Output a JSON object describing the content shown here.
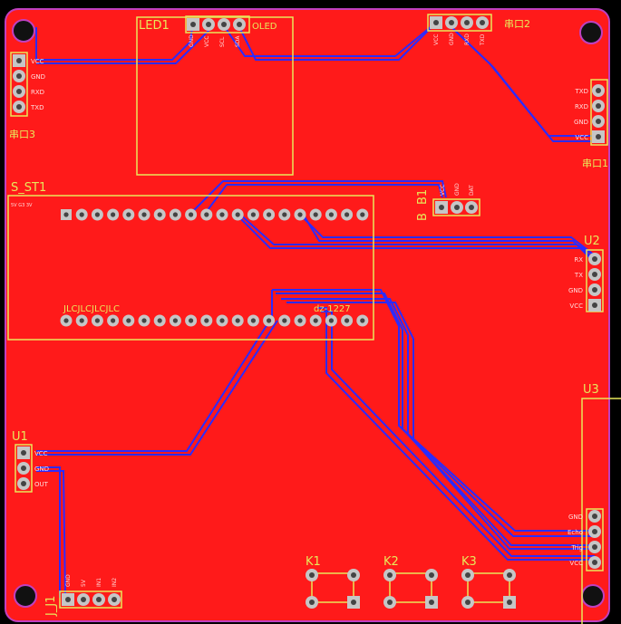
{
  "colors": {
    "board": "#ff1a1a",
    "copper": "#f00000",
    "trace": "#2b2bff",
    "silk": "#e8e85a",
    "pad": "#c6c6c6",
    "mount": "#c040c0"
  },
  "components": {
    "led1": {
      "ref": "LED1",
      "name": "OLED",
      "pins": [
        "GND",
        "VCC",
        "SCL",
        "SDA"
      ]
    },
    "uart2": {
      "ref": "串口2",
      "pins": [
        "VCC",
        "GND",
        "RXD",
        "TXD"
      ]
    },
    "uart3": {
      "ref": "串口3",
      "pins": [
        "VCC",
        "GND",
        "RXD",
        "TXD"
      ]
    },
    "uart1": {
      "ref": "串口1",
      "pins": [
        "TXD",
        "RXD",
        "GND",
        "VCC"
      ]
    },
    "s_st1": {
      "ref": "S_ST1",
      "top_label": "5V G3 3V",
      "silk_text": "JLCJLCJLCJLC",
      "part": "dz-1227"
    },
    "b1": {
      "ref": "B1",
      "side_label": "B",
      "pins": [
        "VCC",
        "GND",
        "DAT"
      ]
    },
    "u2": {
      "ref": "U2",
      "pins": [
        "RX",
        "TX",
        "GND",
        "VCC"
      ]
    },
    "u1": {
      "ref": "U1",
      "pins": [
        "VCC",
        "GND",
        "OUT"
      ]
    },
    "u3": {
      "ref": "U3",
      "pins": [
        "GND",
        "Echo",
        "Trig",
        "VCC"
      ]
    },
    "j_j1": {
      "ref": "J_J1",
      "pins": [
        "GND",
        "5V",
        "IN1",
        "IN2"
      ]
    },
    "k1": {
      "ref": "K1"
    },
    "k2": {
      "ref": "K2"
    },
    "k3": {
      "ref": "K3"
    }
  }
}
